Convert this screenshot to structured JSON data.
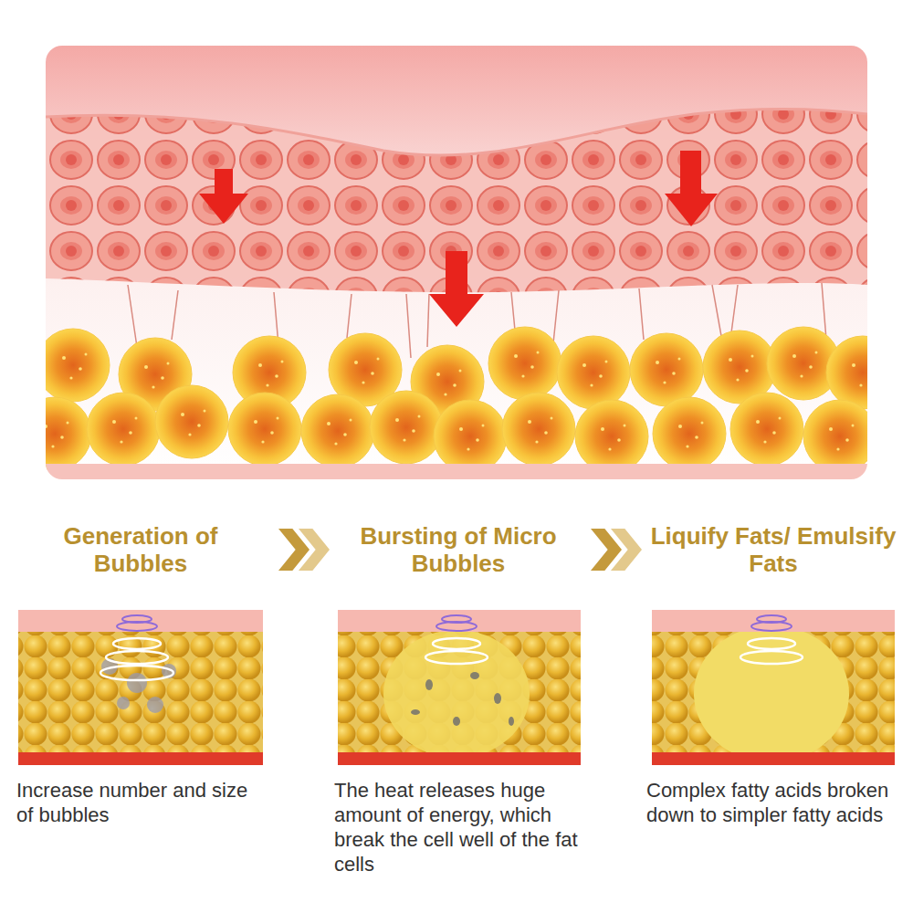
{
  "diagram": {
    "nodes": [
      {
        "text": [
          "Generation of Bubbles",
          "Increase number and size of bubbles"
        ]
      },
      {
        "text": [
          "Bursting of Micro Bubbles",
          "The heat releases huge amount of energy, which break the cell well of the fat cells"
        ]
      },
      {
        "text": [
          "Liquify Fats/ Emulsify Fats",
          "Complex fatty acids broken down to simpler fatty acids"
        ]
      }
    ],
    "edges": [
      {
        "from": 0,
        "to": 1,
        "arrow": "to"
      },
      {
        "from": 1,
        "to": 2,
        "arrow": "to"
      }
    ]
  }
}
